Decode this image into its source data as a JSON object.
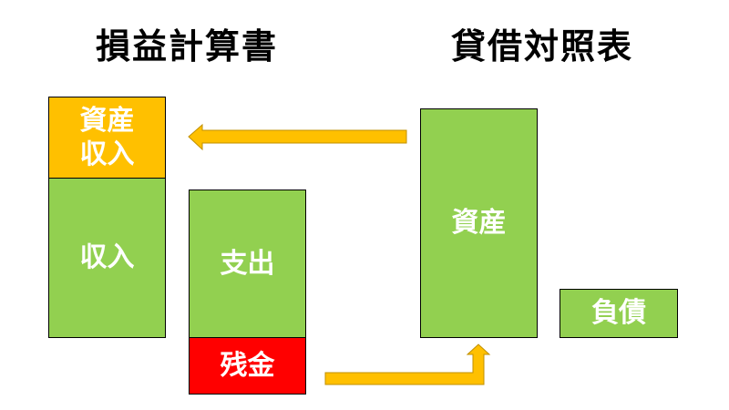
{
  "titles": {
    "income_statement": "損益計算書",
    "balance_sheet": "貸借対照表"
  },
  "boxes": {
    "asset_income": "資産\n収入",
    "income": "収入",
    "expense": "支出",
    "balance": "残金",
    "assets": "資産",
    "liabilities": "負債"
  },
  "colors": {
    "green": "#92D050",
    "orange": "#FFC000",
    "red": "#FF0000"
  }
}
